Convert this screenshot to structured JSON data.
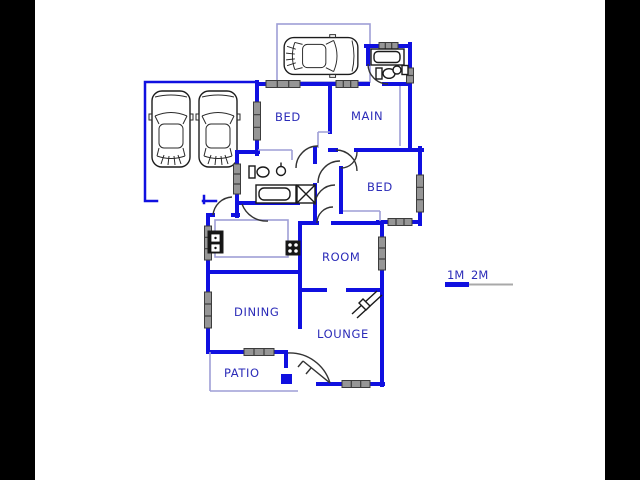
{
  "image_type": "architectural-floor-plan",
  "rooms": {
    "bed1": "BED",
    "main": "MAIN",
    "bed2": "BED",
    "room": "ROOM",
    "dining": "DINING",
    "lounge": "LOUNGE",
    "patio": "PATIO"
  },
  "scale_bar": {
    "label_1m": "1M",
    "label_2m": "2M"
  },
  "icons": [
    "car-top-view-icon",
    "car-top-view-icon",
    "car-top-view-icon",
    "bathtub-icon",
    "toilet-icon",
    "basin-icon",
    "bathtub-icon",
    "shower-icon",
    "toilet-icon",
    "basin-icon",
    "stove-icon",
    "sink-unit-icon",
    "fireplace-icon",
    "window-icon",
    "door-swing-icon"
  ],
  "colors": {
    "wall": "#1010e0",
    "label": "#2b2bb8",
    "window_fill": "#969696",
    "window_stroke": "#3c3c3c",
    "thin": "#9e9ed6",
    "fixture": "#1a1a1a",
    "door": "#333333",
    "pillar": "#000000",
    "bg": "#ffffff",
    "scale_line": "#a9a9a9"
  }
}
